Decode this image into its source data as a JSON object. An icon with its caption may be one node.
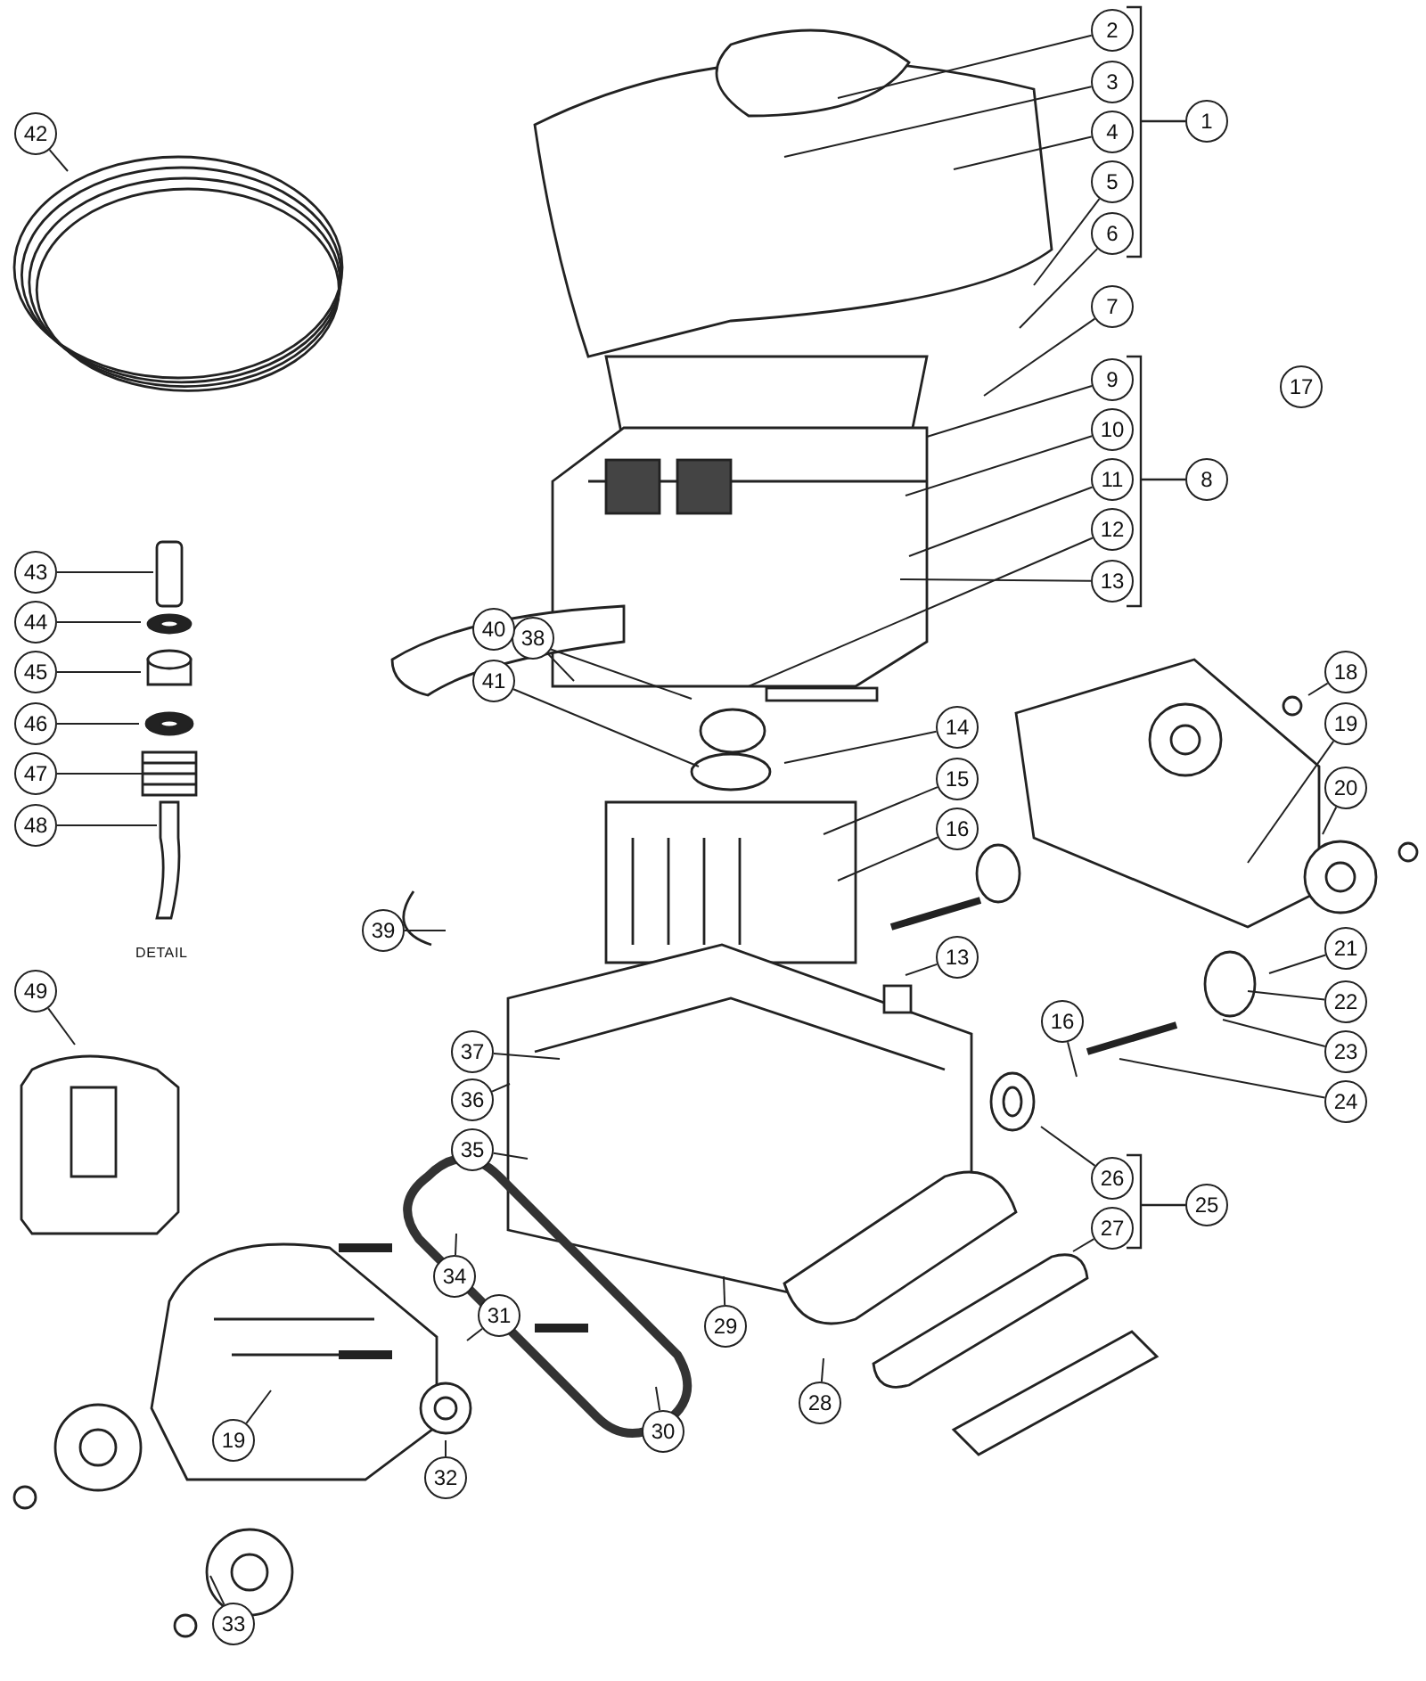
{
  "diagram": {
    "nodes": [
      {
        "text": [
          "1"
        ]
      },
      {
        "text": [
          "2"
        ]
      },
      {
        "text": [
          "3"
        ]
      },
      {
        "text": [
          "4"
        ]
      },
      {
        "text": [
          "5"
        ]
      },
      {
        "text": [
          "6"
        ]
      },
      {
        "text": [
          "7"
        ]
      },
      {
        "text": [
          "8"
        ]
      },
      {
        "text": [
          "9"
        ]
      },
      {
        "text": [
          "10"
        ]
      },
      {
        "text": [
          "11"
        ]
      },
      {
        "text": [
          "12"
        ]
      },
      {
        "text": [
          "13"
        ]
      },
      {
        "text": [
          "14"
        ]
      },
      {
        "text": [
          "15"
        ]
      },
      {
        "text": [
          "16"
        ]
      },
      {
        "text": [
          "17"
        ]
      },
      {
        "text": [
          "18"
        ]
      },
      {
        "text": [
          "19"
        ]
      },
      {
        "text": [
          "20"
        ]
      },
      {
        "text": [
          "21"
        ]
      },
      {
        "text": [
          "22"
        ]
      },
      {
        "text": [
          "23"
        ]
      },
      {
        "text": [
          "24"
        ]
      },
      {
        "text": [
          "25"
        ]
      },
      {
        "text": [
          "26"
        ]
      },
      {
        "text": [
          "27"
        ]
      },
      {
        "text": [
          "28"
        ]
      },
      {
        "text": [
          "29"
        ]
      },
      {
        "text": [
          "30"
        ]
      },
      {
        "text": [
          "31"
        ]
      },
      {
        "text": [
          "32"
        ]
      },
      {
        "text": [
          "33"
        ]
      },
      {
        "text": [
          "34"
        ]
      },
      {
        "text": [
          "35"
        ]
      },
      {
        "text": [
          "36"
        ]
      },
      {
        "text": [
          "37"
        ]
      },
      {
        "text": [
          "38"
        ]
      },
      {
        "text": [
          "39"
        ]
      },
      {
        "text": [
          "40"
        ]
      },
      {
        "text": [
          "41"
        ]
      },
      {
        "text": [
          "42"
        ]
      },
      {
        "text": [
          "43"
        ]
      },
      {
        "text": [
          "44"
        ]
      },
      {
        "text": [
          "45"
        ]
      },
      {
        "text": [
          "46"
        ]
      },
      {
        "text": [
          "47"
        ]
      },
      {
        "text": [
          "48"
        ]
      },
      {
        "text": [
          "49"
        ]
      },
      {
        "text": [
          "13"
        ]
      },
      {
        "text": [
          "16"
        ]
      },
      {
        "text": [
          "19"
        ]
      }
    ],
    "edges": [
      {
        "from": 1,
        "to": null,
        "arrow": "none"
      },
      {
        "from": 2,
        "to": null,
        "arrow": "none"
      },
      {
        "from": 3,
        "to": null,
        "arrow": "none"
      },
      {
        "from": 4,
        "to": null,
        "arrow": "none"
      },
      {
        "from": 5,
        "to": null,
        "arrow": "none"
      },
      {
        "from": 6,
        "to": null,
        "arrow": "none"
      },
      {
        "from": 8,
        "to": null,
        "arrow": "none"
      },
      {
        "from": 9,
        "to": null,
        "arrow": "none"
      },
      {
        "from": 10,
        "to": null,
        "arrow": "none"
      },
      {
        "from": 11,
        "to": null,
        "arrow": "none"
      },
      {
        "from": 12,
        "to": null,
        "arrow": "none"
      },
      {
        "from": 13,
        "to": null,
        "arrow": "none"
      },
      {
        "from": 14,
        "to": null,
        "arrow": "none"
      },
      {
        "from": 15,
        "to": null,
        "arrow": "none"
      },
      {
        "from": 17,
        "to": null,
        "arrow": "none"
      },
      {
        "from": 18,
        "to": null,
        "arrow": "none"
      },
      {
        "from": 19,
        "to": null,
        "arrow": "none"
      },
      {
        "from": 20,
        "to": null,
        "arrow": "none"
      },
      {
        "from": 21,
        "to": null,
        "arrow": "none"
      },
      {
        "from": 22,
        "to": null,
        "arrow": "none"
      },
      {
        "from": 23,
        "to": null,
        "arrow": "none"
      },
      {
        "from": 25,
        "to": null,
        "arrow": "none"
      },
      {
        "from": 26,
        "to": null,
        "arrow": "none"
      },
      {
        "from": 27,
        "to": null,
        "arrow": "none"
      },
      {
        "from": 28,
        "to": null,
        "arrow": "none"
      },
      {
        "from": 29,
        "to": null,
        "arrow": "none"
      },
      {
        "from": 30,
        "to": null,
        "arrow": "none"
      },
      {
        "from": 31,
        "to": null,
        "arrow": "none"
      },
      {
        "from": 32,
        "to": null,
        "arrow": "none"
      },
      {
        "from": 33,
        "to": null,
        "arrow": "none"
      },
      {
        "from": 34,
        "to": null,
        "arrow": "none"
      },
      {
        "from": 35,
        "to": null,
        "arrow": "none"
      },
      {
        "from": 36,
        "to": null,
        "arrow": "none"
      },
      {
        "from": 37,
        "to": null,
        "arrow": "none"
      },
      {
        "from": 38,
        "to": null,
        "arrow": "none"
      },
      {
        "from": 39,
        "to": null,
        "arrow": "none"
      },
      {
        "from": 40,
        "to": null,
        "arrow": "none"
      },
      {
        "from": 41,
        "to": null,
        "arrow": "none"
      },
      {
        "from": 42,
        "to": null,
        "arrow": "none"
      },
      {
        "from": 43,
        "to": null,
        "arrow": "none"
      },
      {
        "from": 44,
        "to": null,
        "arrow": "none"
      },
      {
        "from": 45,
        "to": null,
        "arrow": "none"
      },
      {
        "from": 46,
        "to": null,
        "arrow": "none"
      },
      {
        "from": 47,
        "to": null,
        "arrow": "none"
      },
      {
        "from": 48,
        "to": null,
        "arrow": "none"
      },
      {
        "from": 49,
        "to": null,
        "arrow": "none"
      },
      {
        "from": 50,
        "to": null,
        "arrow": "none"
      },
      {
        "from": 51,
        "to": null,
        "arrow": "none"
      }
    ],
    "labels": [
      "DETAIL"
    ]
  }
}
